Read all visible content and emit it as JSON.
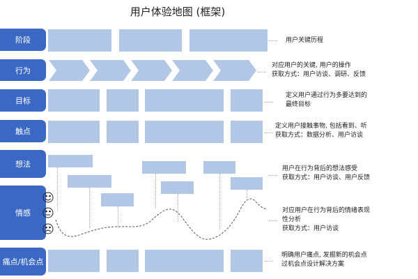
{
  "title": "用户体验地图 (框架)",
  "rows": [
    {
      "label": "阶段",
      "note": [
        "用户关键历程"
      ]
    },
    {
      "label": "行为",
      "note": [
        "对应用户的关键, 用户的操作",
        "获取方式：用户访谈、调研、反馈"
      ]
    },
    {
      "label": "目标",
      "note": [
        "定义用户通过行为多要达到的",
        "最终目标"
      ]
    },
    {
      "label": "触点",
      "note": [
        "定义用户接触事物, 包括看到、听",
        "获取方式：数据分析、用户访谈"
      ]
    },
    {
      "label": "想法",
      "note": [
        "用户在行为背后的想法感受",
        "获取方式：用户访谈、用户反馈"
      ]
    },
    {
      "label": "情感",
      "note": [
        "对应用户在行为背后的情绪表现",
        "性分析",
        "获取方式：用户访谈"
      ]
    },
    {
      "label": "痛点/机会点",
      "note": [
        "明确用户痛点, 发掘新的机会点",
        "过机会点设计解决方案"
      ]
    }
  ],
  "emotion_icons": [
    "happy-face",
    "neutral-face",
    "sad-face"
  ],
  "colors": {
    "label": "#3b68c4",
    "box": "#b2c6e6"
  }
}
